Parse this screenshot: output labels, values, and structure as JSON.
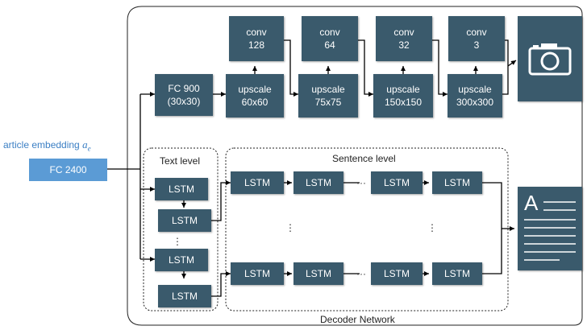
{
  "input": {
    "label_prefix": "article embedding ",
    "symbol": "a",
    "subscript": "e",
    "fc_label": "FC 2400"
  },
  "image_branch": {
    "fc": "FC 900\n(30x30)",
    "upscale": [
      "upscale\n60x60",
      "upscale\n75x75",
      "upscale\n150x150",
      "upscale\n300x300"
    ],
    "conv": [
      "conv\n128",
      "conv\n64",
      "conv\n32",
      "conv\n3"
    ]
  },
  "text_level": {
    "title": "Text level",
    "lstm": "LSTM",
    "vdots": "⋮"
  },
  "sentence_level": {
    "title": "Sentence level",
    "lstm": "LSTM",
    "hdots": "···",
    "vdots": "⋮"
  },
  "output": {
    "doc_letter": "A"
  },
  "footer": {
    "label": "Decoder Network"
  },
  "colors": {
    "box": "#3a5a6c",
    "input": "#5b9bd5",
    "label": "#3b7fc4"
  }
}
